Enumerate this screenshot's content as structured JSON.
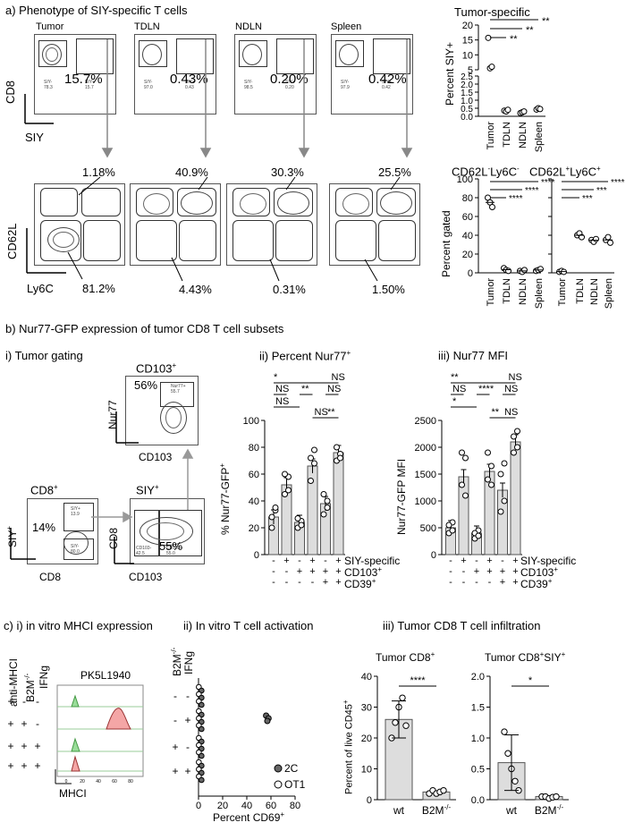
{
  "panel_a": {
    "title": "a) Phenotype of SIY-specific T cells",
    "tissues": [
      "Tumor",
      "TDLN",
      "NDLN",
      "Spleen"
    ],
    "siy_percents": [
      "15.7%",
      "0.43%",
      "0.20%",
      "0.42%"
    ],
    "plot_xlabel": "SIY",
    "plot_ylabel": "CD8",
    "cd62l_percents_top": [
      "1.18%",
      "40.9%",
      "30.3%",
      "25.5%"
    ],
    "cd62l_percents_bottom": [
      "81.2%",
      "4.43%",
      "0.31%",
      "1.50%"
    ],
    "cd62l_xlabel": "Ly6C",
    "cd62l_ylabel": "CD62L",
    "tumor_specific_title": "Tumor-specific",
    "tumor_specific_ylabel": "Percent SIY+",
    "cd62l_chart_title_left": "CD62L-Ly6C-",
    "cd62l_chart_title_right": "CD62L+Ly6C+",
    "percent_gated": "Percent gated",
    "sig": [
      "**",
      "**",
      "**",
      "****",
      "****",
      "****",
      "****",
      "***",
      "***"
    ]
  },
  "panel_b": {
    "title": "b) Nur77-GFP expression of tumor CD8 T cell subsets",
    "i_title": "i) Tumor gating",
    "cd8_plus": "CD8+",
    "siy_plus": "SIY+",
    "cd103_plus": "CD103+",
    "gate_14": "14%",
    "gate_55": "55%",
    "gate_56": "56%",
    "ii_title": "ii) Percent Nur77+",
    "iii_title": "iii) Nur77 MFI",
    "ii_ylabel": "% Nur77-GFP+",
    "iii_ylabel": "Nur77-GFP MFI",
    "row_labels": [
      "SIY-specific",
      "CD103+",
      "CD39+"
    ],
    "ii_sig": [
      "*",
      "NS",
      "NS",
      "**",
      "NS",
      "NS",
      "NS",
      "**"
    ],
    "iii_sig": [
      "**",
      "NS",
      "NS",
      "****",
      "NS",
      "*",
      "**",
      "NS"
    ]
  },
  "panel_c": {
    "i_title": "c) i) in vitro MHCI expression",
    "ii_title": "ii) In vitro T cell activation",
    "iii_title": "iii) Tumor CD8 T cell infiltration",
    "cell_line": "PK5L1940",
    "col_labels": [
      "anti-MHCI",
      "B2M-/-",
      "IFNg"
    ],
    "mhci": "MHCI",
    "ii_xlabel": "Percent CD69+",
    "legend_2c": "2C",
    "legend_ot1": "OT1",
    "iii_left_title": "Tumor CD8+",
    "iii_right_title": "Tumor CD8+SIY+",
    "iii_ylabel": "Percent of live CD45+",
    "wt": "wt",
    "b2m": "B2M-/-",
    "sig_left": "****",
    "sig_right": "*"
  },
  "chart_data": [
    {
      "type": "scatter",
      "title": "Tumor-specific",
      "categories": [
        "Tumor",
        "TDLN",
        "NDLN",
        "Spleen"
      ],
      "ylabel": "Percent SIY+",
      "values": [
        [
          15.7,
          5.5,
          6.0
        ],
        [
          0.35,
          0.3,
          0.4
        ],
        [
          0.2,
          0.25,
          0.3
        ],
        [
          0.42,
          0.5,
          0.45
        ]
      ]
    },
    {
      "type": "scatter",
      "title": "CD62L-Ly6C-",
      "categories": [
        "Tumor",
        "TDLN",
        "NDLN",
        "Spleen"
      ],
      "ylim": [
        0,
        100
      ],
      "values": [
        [
          80,
          75,
          70
        ],
        [
          5,
          3,
          2
        ],
        [
          2,
          1,
          3
        ],
        [
          2,
          3,
          4
        ]
      ]
    },
    {
      "type": "scatter",
      "title": "CD62L+Ly6C+",
      "categories": [
        "Tumor",
        "TDLN",
        "NDLN",
        "Spleen"
      ],
      "ylim": [
        0,
        100
      ],
      "values": [
        [
          1,
          2,
          1
        ],
        [
          40,
          42,
          38
        ],
        [
          35,
          33,
          36
        ],
        [
          35,
          38,
          32
        ]
      ]
    },
    {
      "type": "bar",
      "title": "ii) Percent Nur77+",
      "ylabel": "% Nur77-GFP+",
      "ylim": [
        0,
        100
      ],
      "values": [
        28,
        52,
        24,
        66,
        38,
        76
      ],
      "points": [
        [
          20,
          33,
          28,
          35
        ],
        [
          45,
          58,
          60,
          48
        ],
        [
          20,
          25,
          27,
          22
        ],
        [
          55,
          68,
          72,
          78
        ],
        [
          30,
          35,
          45,
          40
        ],
        [
          70,
          75,
          80,
          72
        ]
      ]
    },
    {
      "type": "bar",
      "title": "iii) Nur77 MFI",
      "ylabel": "Nur77-GFP MFI",
      "ylim": [
        0,
        2500
      ],
      "values": [
        500,
        1450,
        400,
        1550,
        1200,
        2100
      ],
      "points": [
        [
          400,
          600,
          550,
          450
        ],
        [
          1900,
          1100,
          1300,
          1800
        ],
        [
          300,
          450,
          400,
          350
        ],
        [
          1900,
          1300,
          1400,
          1650
        ],
        [
          1500,
          1000,
          800,
          1700
        ],
        [
          1900,
          2300,
          2200,
          2000
        ]
      ]
    },
    {
      "type": "scatter",
      "title": "ii) In vitro T cell activation",
      "xlabel": "Percent CD69+",
      "xlim": [
        0,
        80
      ],
      "series": [
        {
          "name": "2C",
          "x": [
            1,
            1,
            2,
            56,
            58,
            57,
            1,
            2,
            1,
            2,
            1
          ],
          "y": [
            1,
            1,
            1,
            2,
            2,
            2,
            3,
            3,
            4,
            4,
            4
          ]
        },
        {
          "name": "OT1",
          "x": [
            1,
            2,
            1,
            2,
            1,
            2,
            1,
            2
          ],
          "y": [
            1,
            1,
            2,
            2,
            3,
            3,
            4,
            4
          ]
        }
      ]
    },
    {
      "type": "bar",
      "title": "Tumor CD8+",
      "ylabel": "Percent of live CD45+",
      "categories": [
        "wt",
        "B2M-/-"
      ],
      "ylim": [
        0,
        40
      ],
      "values": [
        26,
        2.5
      ],
      "points": [
        [
          20,
          25,
          30,
          33,
          24
        ],
        [
          2,
          3,
          2,
          2.5,
          3
        ]
      ]
    },
    {
      "type": "bar",
      "title": "Tumor CD8+SIY+",
      "categories": [
        "wt",
        "B2M-/-"
      ],
      "ylim": [
        0,
        2
      ],
      "values": [
        0.6,
        0.05
      ],
      "points": [
        [
          1.1,
          0.75,
          0.5,
          0.3,
          0.15
        ],
        [
          0.05,
          0.05,
          0.02,
          0.04,
          0.05
        ]
      ]
    }
  ]
}
